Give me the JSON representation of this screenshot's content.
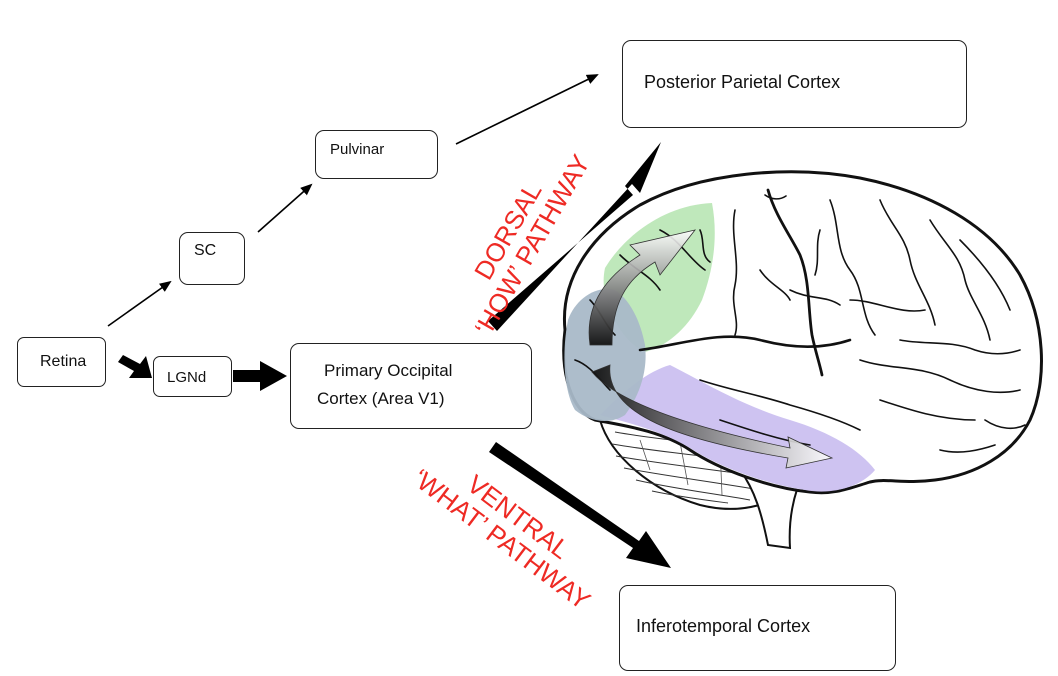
{
  "nodes": {
    "retina": "Retina",
    "lgnd": "LGNd",
    "sc": "SC",
    "pulvinar": "Pulvinar",
    "v1_line1": "Primary Occipital",
    "v1_line2": "Cortex (Area V1)",
    "posterior_parietal": "Posterior Parietal Cortex",
    "inferotemporal": "Inferotemporal Cortex"
  },
  "pathways": {
    "dorsal_line1": "DORSAL",
    "dorsal_line2": "‘HOW’ PATHWAY",
    "ventral_line1": "VENTRAL",
    "ventral_line2": "‘WHAT’ PATHWAY"
  },
  "colors": {
    "pathway_label": "#ee2a24",
    "dorsal_region": "#b8e6b4",
    "ventral_region": "#c9bdf0",
    "occipital_region": "#a9b9c8",
    "arrow": "#000000"
  },
  "icons": {
    "brain": "brain-illustration"
  }
}
